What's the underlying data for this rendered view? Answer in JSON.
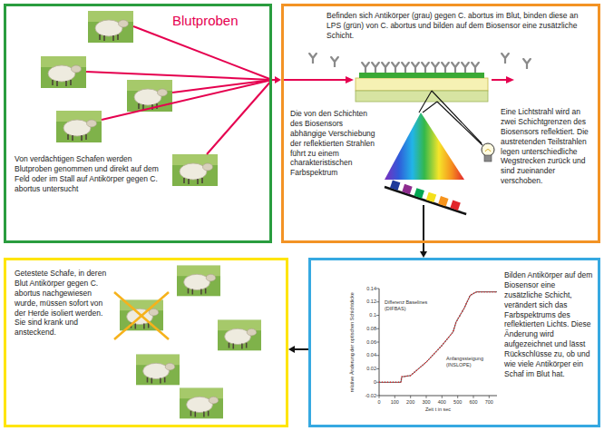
{
  "diagram": {
    "nodes": [
      {
        "text": [
          "Von verdächtigen Schafen werden Blutproben genommen und direkt auf dem Feld oder im Stall auf Antikörper gegen C. abortus untersucht"
        ]
      },
      {
        "text": [
          "Befinden sich Antikörper (grau) gegen C. abortus im Blut, binden diese an LPS (grün) von C. abortus und bilden auf dem Biosensor eine zusätzliche Schicht.",
          "Die von den Schichten des Biosensors abhängige Verschiebung der reflektierten Strahlen führt zu einem charakteristischen Farbspektrum",
          "Eine Lichtstrahl wird an zwei Schichtgrenzen des Biosensors reflektiert. Die austretenden Teilstrahlen legen unterschiedliche Wegstrecken zurück und sind zueinander verschoben."
        ]
      },
      {
        "text": [
          "Getestete Schafe, in deren Blut Antikörper gegen C. abortus nachgewiesen wurde, müssen sofort von der Herde isoliert werden. Sie sind krank und ansteckend."
        ]
      },
      {
        "text": [
          "Bilden Antikörper auf dem Biosensor eine zusätzliche Schicht, verändert sich das Farbspektrums des reflektierten Lichts. Diese Änderung wird aufgezeichnet und lässt Rückschlüsse zu, ob und wie viele Antikörper ein Schaf im Blut hat."
        ]
      }
    ],
    "edges": [
      {
        "from": 0,
        "to": 1,
        "arrow": "to"
      },
      {
        "from": 1,
        "to": 3,
        "arrow": "to"
      },
      {
        "from": 3,
        "to": 2,
        "arrow": "to"
      }
    ],
    "labels": [
      "Blutproben",
      "Differenz Baselines (DIFBAS)",
      "Anfangssteigung (INSLOPE)",
      "relative Änderung der optischen Schichtdicke",
      "Zeit t in sec",
      "0.14",
      "0.12",
      "0.1",
      "0.08",
      "0.06",
      "0.04",
      "0.02",
      "0",
      "-0.02",
      "0",
      "100",
      "200",
      "300",
      "400",
      "500",
      "600",
      "700"
    ]
  }
}
